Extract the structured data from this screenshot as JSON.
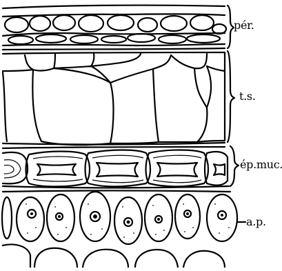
{
  "labels": {
    "per": "pér.",
    "ts": "t.s.",
    "epmuc": "ép.muc.",
    "ap": "a.p."
  },
  "layers": [
    {
      "key": "per",
      "description_order": 1
    },
    {
      "key": "ts",
      "description_order": 2
    },
    {
      "key": "epmuc",
      "description_order": 3
    },
    {
      "key": "ap",
      "description_order": 4
    }
  ]
}
